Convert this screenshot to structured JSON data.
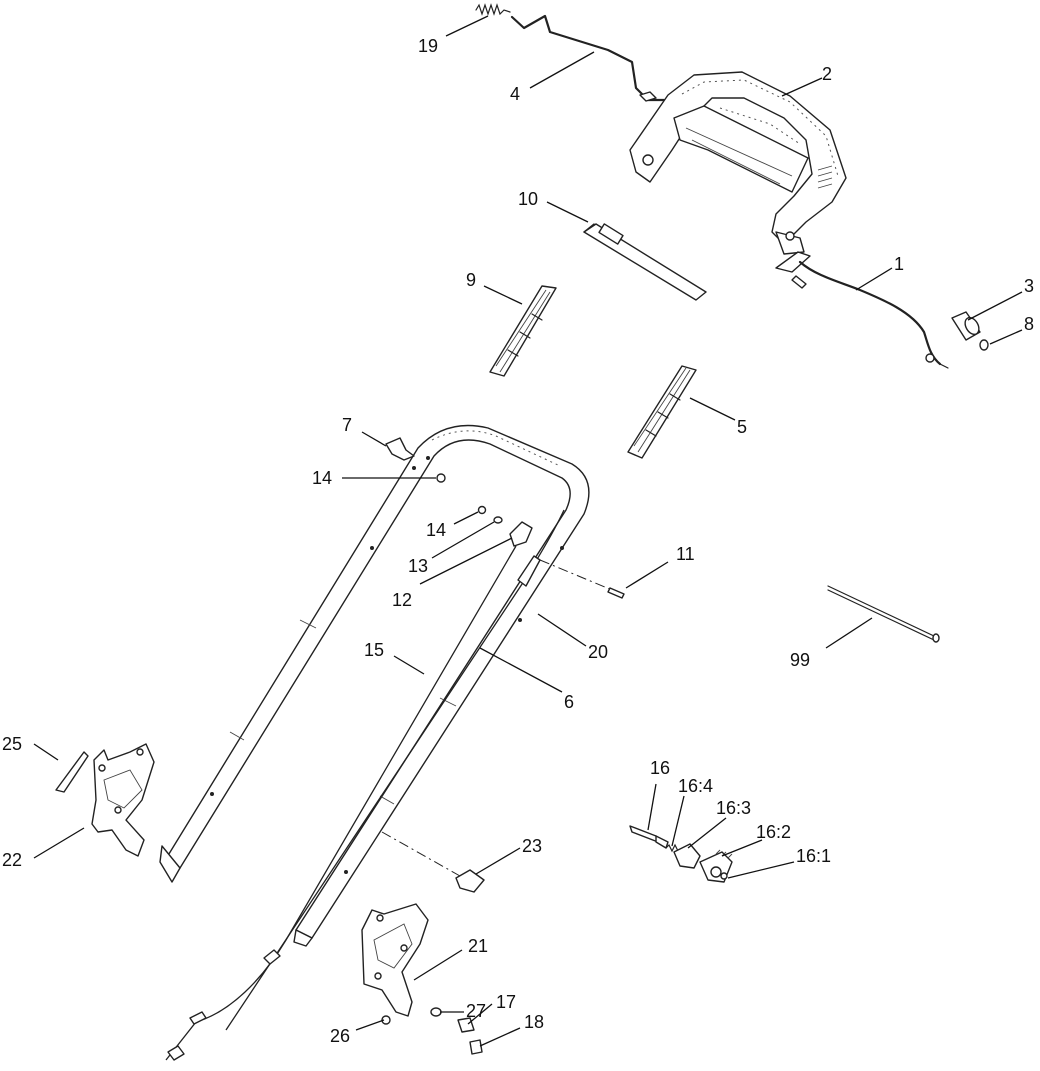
{
  "callouts": [
    {
      "label": "19"
    },
    {
      "label": "4"
    },
    {
      "label": "2"
    },
    {
      "label": "10"
    },
    {
      "label": "1"
    },
    {
      "label": "3"
    },
    {
      "label": "8"
    },
    {
      "label": "9"
    },
    {
      "label": "5"
    },
    {
      "label": "7"
    },
    {
      "label": "14"
    },
    {
      "label": "14"
    },
    {
      "label": "13"
    },
    {
      "label": "12"
    },
    {
      "label": "11"
    },
    {
      "label": "20"
    },
    {
      "label": "15"
    },
    {
      "label": "6"
    },
    {
      "label": "99"
    },
    {
      "label": "25"
    },
    {
      "label": "22"
    },
    {
      "label": "16"
    },
    {
      "label": "16:4"
    },
    {
      "label": "16:3"
    },
    {
      "label": "16:2"
    },
    {
      "label": "16:1"
    },
    {
      "label": "23"
    },
    {
      "label": "21"
    },
    {
      "label": "27"
    },
    {
      "label": "17"
    },
    {
      "label": "18"
    },
    {
      "label": "26"
    }
  ]
}
